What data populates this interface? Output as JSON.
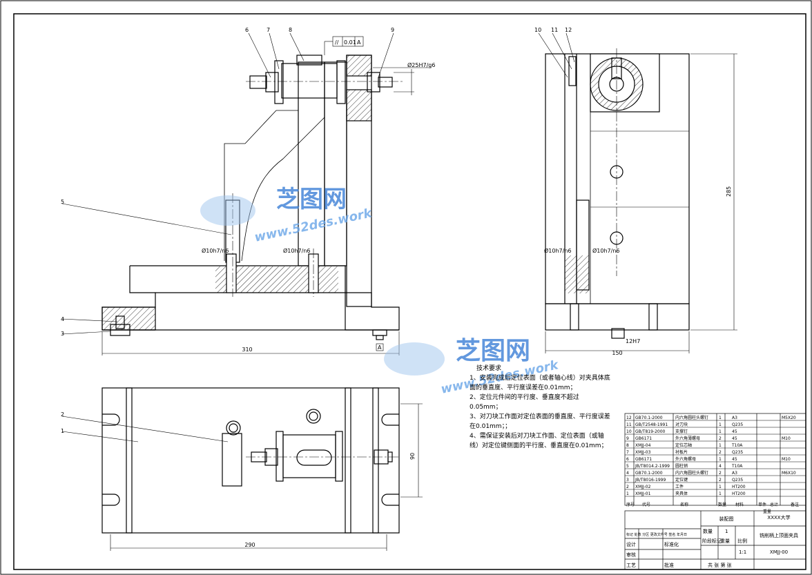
{
  "watermark": {
    "brand": "芝图网",
    "url": "www.52des.work"
  },
  "datum_label": "A",
  "tolerance": {
    "symbol": "//",
    "value": "0.01",
    "datum": "A"
  },
  "fit_labels": {
    "bore": "Ø25H7/g6",
    "pin_left_1": "Ø10h7/n6",
    "pin_left_2": "Ø10h7/n6",
    "pin_right_1": "Ø10h7/n6",
    "pin_right_2": "Ø10h7/n6",
    "key": "12H7"
  },
  "dimensions": {
    "front_width": "310",
    "side_width": "150",
    "side_height": "285",
    "plan_width": "290",
    "plan_height": "90"
  },
  "balloons": {
    "front": [
      "6",
      "7",
      "8",
      "9",
      "5",
      "4",
      "3"
    ],
    "side": [
      "10",
      "11",
      "12"
    ],
    "plan": [
      "2",
      "1"
    ]
  },
  "requirements": {
    "title": "技术要求",
    "items": [
      "1、安装完成后定位表面（或者轴心线）对夹具体底面的垂直度、平行度误差在0.01mm；",
      "2、定位元件间的平行度、垂直度不超过0.05mm；",
      "3、对刀块工作面对定位表面的垂直度、平行度误差在0.01mm；；",
      "4、需保证安装后对刀块工作面、定位表面（或轴线）对定位键侧面的平行度、垂直度在0.01mm；"
    ]
  },
  "bom": {
    "rows": [
      {
        "no": "12",
        "code": "GB70.1-2000",
        "name": "内六角圆柱头螺钉",
        "qty": "1",
        "mat": "A3",
        "note": "M5X20"
      },
      {
        "no": "11",
        "code": "GB/T2548-1991",
        "name": "对刀块",
        "qty": "1",
        "mat": "Q235",
        "note": ""
      },
      {
        "no": "10",
        "code": "GB/T819-2000",
        "name": "支撑钉",
        "qty": "1",
        "mat": "45",
        "note": ""
      },
      {
        "no": "9",
        "code": "GB6171",
        "name": "外六角薄螺母",
        "qty": "2",
        "mat": "45",
        "note": "M10"
      },
      {
        "no": "8",
        "code": "XMJJ-04",
        "name": "定位芯轴",
        "qty": "1",
        "mat": "T10A",
        "note": ""
      },
      {
        "no": "7",
        "code": "XMJJ-03",
        "name": "衬板片",
        "qty": "2",
        "mat": "Q235",
        "note": ""
      },
      {
        "no": "6",
        "code": "GB6171",
        "name": "外六角螺母",
        "qty": "1",
        "mat": "45",
        "note": "M10"
      },
      {
        "no": "5",
        "code": "JB/T8014.2-1999",
        "name": "圆柱销",
        "qty": "4",
        "mat": "T10A",
        "note": ""
      },
      {
        "no": "4",
        "code": "GB70.1-2000",
        "name": "内六角圆柱头螺钉",
        "qty": "2",
        "mat": "A3",
        "note": "M6X10"
      },
      {
        "no": "3",
        "code": "JB/T8016-1999",
        "name": "定位键",
        "qty": "2",
        "mat": "Q235",
        "note": ""
      },
      {
        "no": "2",
        "code": "XMJJ-02",
        "name": "工件",
        "qty": "1",
        "mat": "HT200",
        "note": ""
      },
      {
        "no": "1",
        "code": "XMJJ-01",
        "name": "夹具体",
        "qty": "1",
        "mat": "HT200",
        "note": ""
      }
    ],
    "header": {
      "no": "序号",
      "code": "代号",
      "name": "名称",
      "qty": "数量",
      "mat": "材料",
      "unit_wt": "单件",
      "total_wt": "总计",
      "weight": "重量",
      "note": "备注"
    }
  },
  "title_block": {
    "drawing_type": "装配图",
    "school": "XXXX大学",
    "title": "铣削柄上顶面夹具",
    "drawing_no": "XMJJ-00",
    "qty_label": "数量",
    "qty": "1",
    "scale_label": "比例",
    "scale": "1:1",
    "weight_label": "重量",
    "stage_label": "阶段标记",
    "sheet_label": "共 张 第 张",
    "design": "设计",
    "check": "审核",
    "process": "工艺",
    "approve": "批准",
    "mark_label": "标记 处数 分区 更改文件号 签名 年月日",
    "standard": "标准化"
  }
}
